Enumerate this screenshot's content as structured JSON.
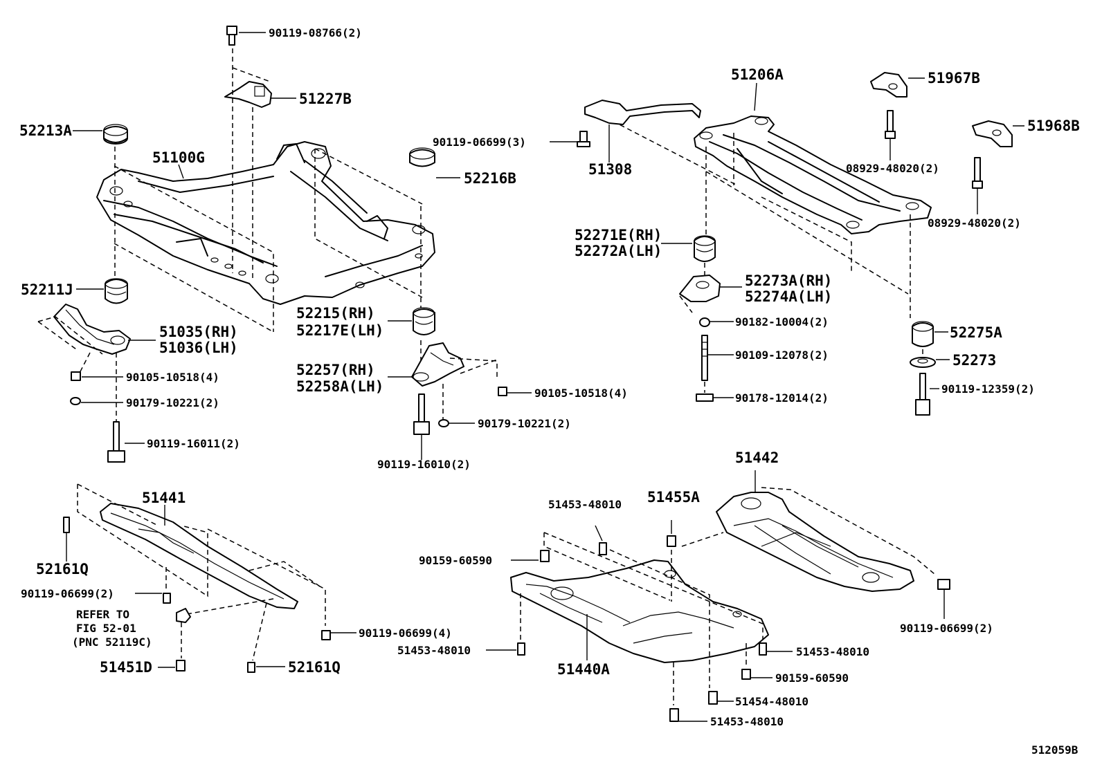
{
  "diagram_id": "512059B",
  "labels": {
    "p90119_08766": "90119-08766(2)",
    "p51227B": "51227B",
    "p52213A": "52213A",
    "p51100G": "51100G",
    "p52216B": "52216B",
    "p52211J": "52211J",
    "p52215": "52215(RH)",
    "p52217E": "52217E(LH)",
    "p51035": "51035(RH)",
    "p51036": "51036(LH)",
    "p90105_a": "90105-10518(4)",
    "p90179_a": "90179-10221(2)",
    "p52257": "52257(RH)",
    "p52258A": "52258A(LH)",
    "p90105_b": "90105-10518(4)",
    "p90179_b": "90179-10221(2)",
    "p90119_16011": "90119-16011(2)",
    "p90119_16010": "90119-16010(2)",
    "p51206A": "51206A",
    "p51967B": "51967B",
    "p51968B": "51968B",
    "p90119_06699_3": "90119-06699(3)",
    "p51308": "51308",
    "p08929_a": "08929-48020(2)",
    "p08929_b": "08929-48020(2)",
    "p52271E": "52271E(RH)",
    "p52272A": "52272A(LH)",
    "p52273A": "52273A(RH)",
    "p52274A": "52274A(LH)",
    "p90182": "90182-10004(2)",
    "p90109": "90109-12078(2)",
    "p90178": "90178-12014(2)",
    "p52275A": "52275A",
    "p52273": "52273",
    "p90119_12359": "90119-12359(2)",
    "p51441": "51441",
    "p52161Q_a": "52161Q",
    "p90119_06699_2a": "90119-06699(2)",
    "refer_1": "REFER TO",
    "refer_2": "FIG 52-01",
    "refer_3": "(PNC 52119C)",
    "p90119_06699_4": "90119-06699(4)",
    "p51451D": "51451D",
    "p52161Q_b": "52161Q",
    "p51453_a": "51453-48010",
    "p51455A": "51455A",
    "p51442": "51442",
    "p90159_a": "90159-60590",
    "p51453_b": "51453-48010",
    "p51440A": "51440A",
    "p51453_c": "51453-48010",
    "p90159_b": "90159-60590",
    "p51454": "51454-48010",
    "p51453_d": "51453-48010",
    "p90119_06699_2b": "90119-06699(2)"
  }
}
